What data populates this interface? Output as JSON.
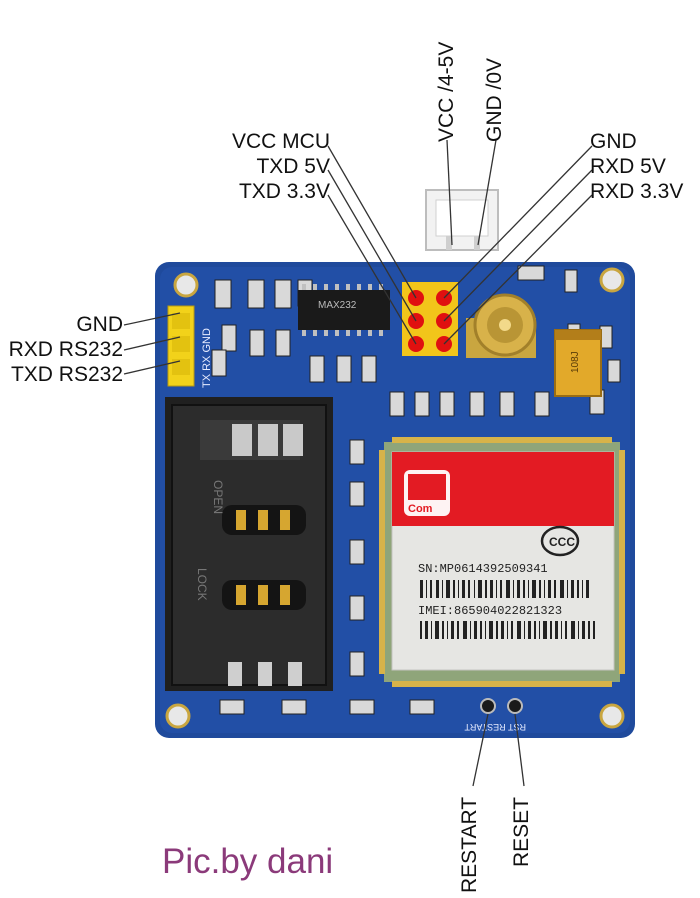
{
  "labels": {
    "vcc_power": "VCC /4-5V",
    "gnd_power": "GND /0V",
    "vcc_mcu": "VCC MCU",
    "txd_5v": "TXD 5V",
    "txd_33v": "TXD 3.3V",
    "gnd_right": "GND",
    "rxd_5v": "RXD 5V",
    "rxd_33v": "RXD 3.3V",
    "gnd_left": "GND",
    "rxd_rs232": "RXD RS232",
    "txd_rs232": "TXD RS232",
    "restart": "RESTART",
    "reset": "RESET"
  },
  "board": {
    "header_silk": "TX RX GND",
    "module_brand": "Com",
    "sn": "SN:MP0614392509341",
    "imei": "IMEI:865904022821323",
    "sim_open": "OPEN",
    "sim_lock": "LOCK",
    "chip_text": "MAX232",
    "cap_text": "108J",
    "btn_labels": "RST RESTART"
  },
  "credit": "Pic.by dani",
  "colors": {
    "pcb": "#1f4a9c",
    "pin_red": "#e01010",
    "header_yellow": "#f2d21a",
    "credit": "#8b3a7a"
  }
}
